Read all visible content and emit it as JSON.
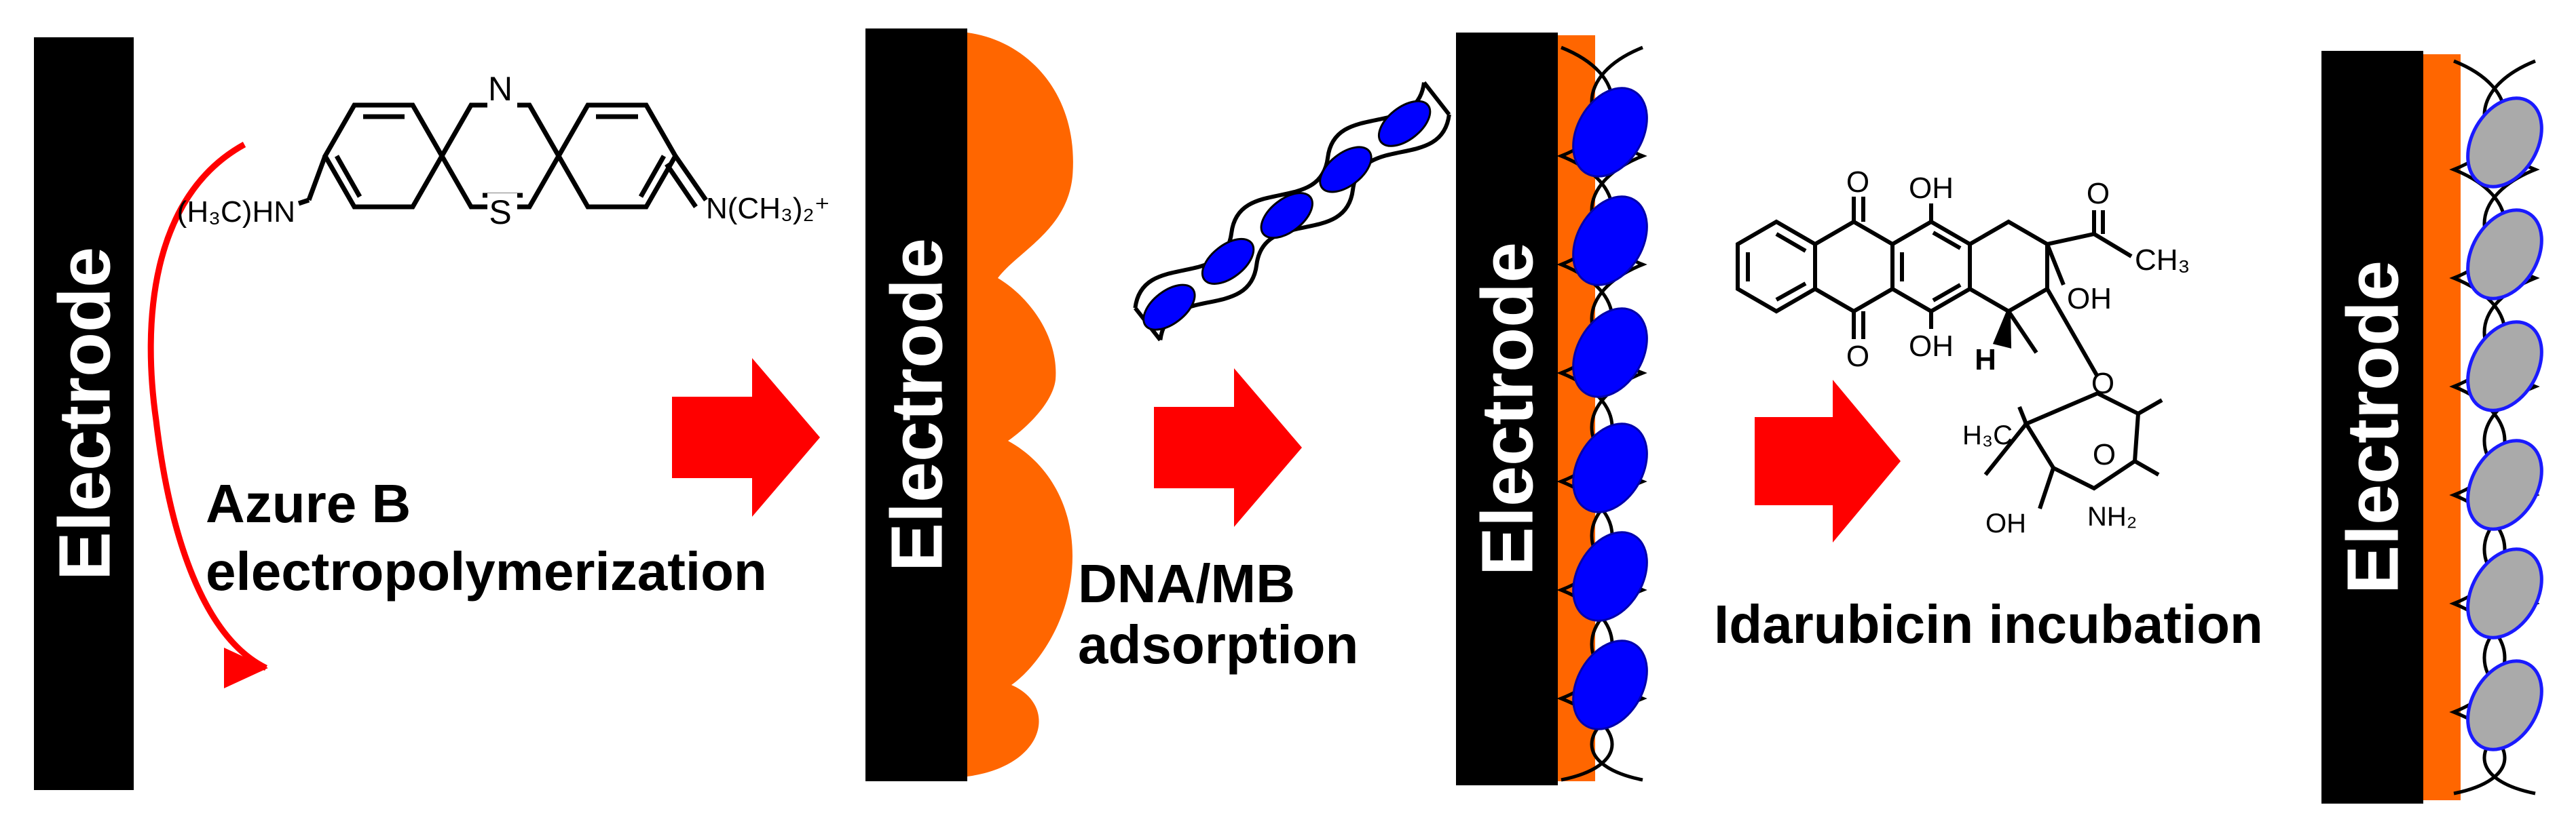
{
  "electrode_label": "Electrode",
  "steps": [
    {
      "line1": "Azure B",
      "line2": "electropolymerization"
    },
    {
      "line1": "DNA/MB",
      "line2": "adsorption"
    },
    {
      "line1": "Idarubicin incubation",
      "line2": ""
    }
  ],
  "azure_b_molecule": {
    "ring_N": "N",
    "ring_S": "S",
    "amine_left": "(H₃C)HN",
    "iminium_right": "N(CH₃)₂⁺"
  },
  "idarubicin_molecule": {
    "keto_top": "O",
    "keto_bottom": "O",
    "oh_top": "OH",
    "oh_bottom": "OH",
    "acetyl_o": "O",
    "acetyl_ch3": "CH₃",
    "ring_oh": "OH",
    "hydrogen": "H",
    "glyco_o": "O",
    "sugar_ch3": "H₃C",
    "sugar_o": "O",
    "sugar_oh": "OH",
    "sugar_nh2": "NH₂"
  },
  "colors": {
    "electrode": "#000000",
    "polymer": "#ff6600",
    "arrow": "#ff0000",
    "mb": "#0000ff",
    "idarubicin": "#aaaaaa",
    "idarubicin_outline": "#1a1aff",
    "helix": "#ffffff"
  }
}
